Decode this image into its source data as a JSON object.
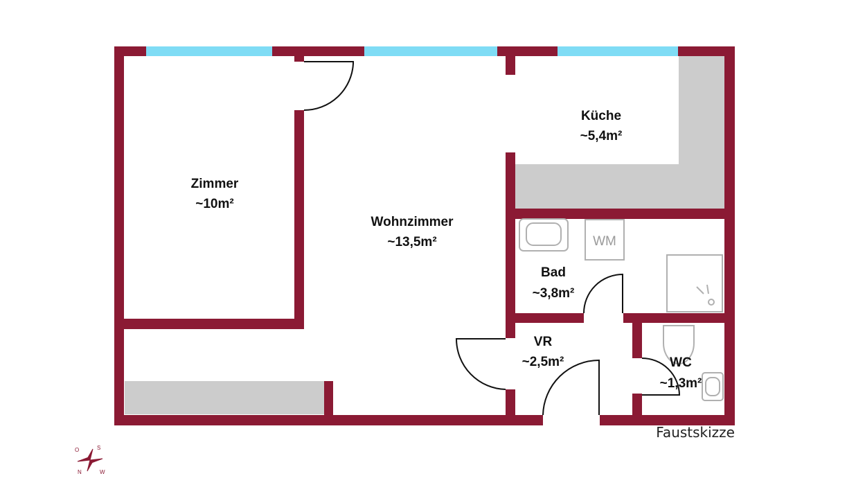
{
  "colors": {
    "wall": "#8b1a34",
    "window": "#7fdcf5",
    "counter": "#cccccc",
    "fixture_stroke": "#b0b0b0",
    "background": "#ffffff"
  },
  "rooms": [
    {
      "id": "zimmer",
      "name": "Zimmer",
      "area": "~10m²"
    },
    {
      "id": "wohnzimmer",
      "name": "Wohnzimmer",
      "area": "~13,5m²"
    },
    {
      "id": "kueche",
      "name": "Küche",
      "area": "~5,4m²"
    },
    {
      "id": "bad",
      "name": "Bad",
      "area": "~3,8m²"
    },
    {
      "id": "vr",
      "name": "VR",
      "area": "~2,5m²"
    },
    {
      "id": "wc",
      "name": "WC",
      "area": "~1,3m²"
    }
  ],
  "fixtures": {
    "washing_machine": "WM"
  },
  "note": "Faustskizze",
  "compass": {
    "icon": "compass-rose-icon",
    "directions": [
      "O",
      "S",
      "W",
      "N"
    ]
  }
}
